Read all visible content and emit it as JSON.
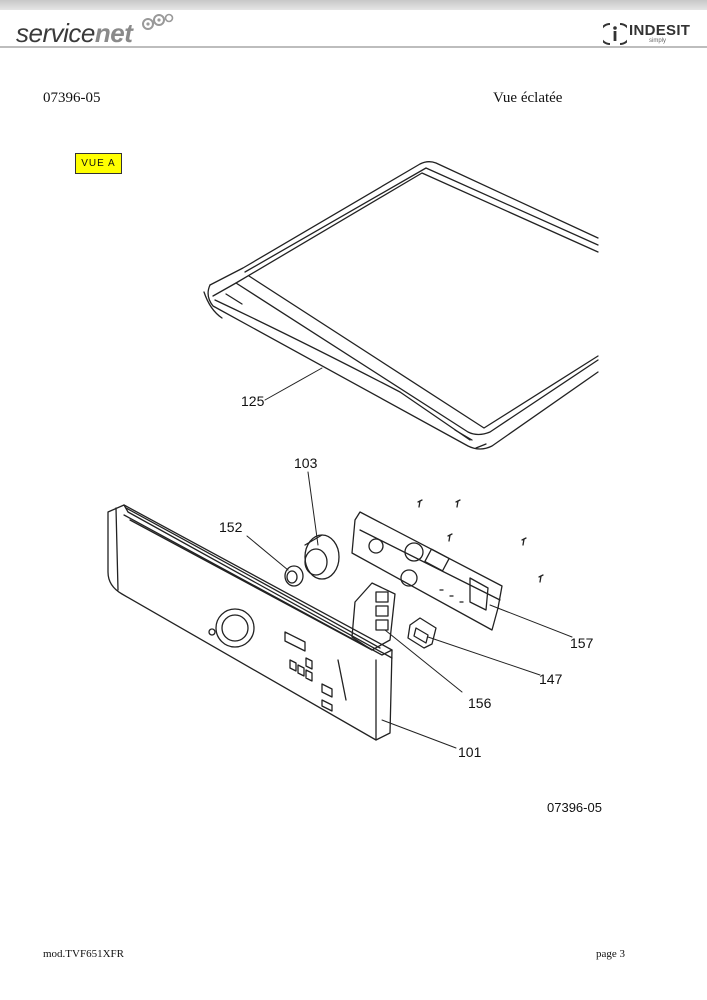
{
  "header": {
    "brand_left_part1": "service",
    "brand_left_part2": "net",
    "brand_right": "INDESIT",
    "brand_right_tagline": "simply"
  },
  "document": {
    "ref": "07396-05",
    "title": "Vue éclatée",
    "view_badge": "VUE A"
  },
  "diagram": {
    "callouts": {
      "p125": "125",
      "p103": "103",
      "p152": "152",
      "p157": "157",
      "p147": "147",
      "p156": "156",
      "p101": "101"
    },
    "drawing_ref": "07396-05"
  },
  "footer": {
    "model": "mod.TVF651XFR",
    "page": "page 3"
  }
}
